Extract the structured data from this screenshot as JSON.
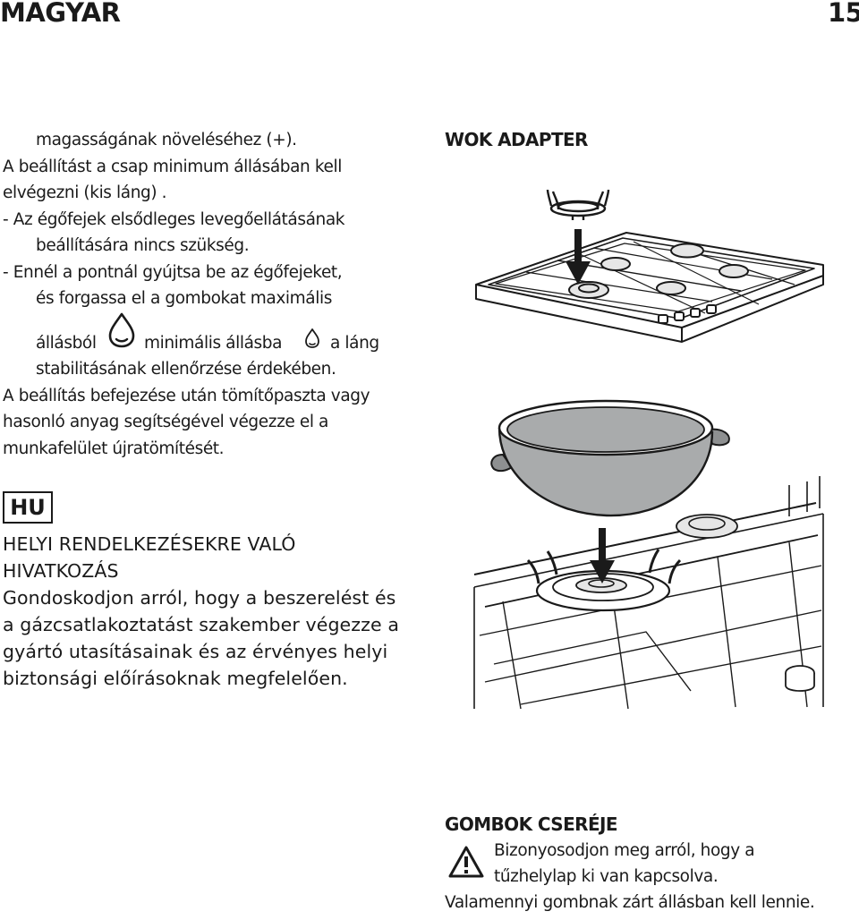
{
  "header": {
    "language": "MAGYAR",
    "page_number": "15"
  },
  "left_column": {
    "para1": [
      "magasságának növeléséhez (+).",
      "A beállítást a csap minimum állásában kell",
      "elvégezni (kis láng) .",
      "- Az égőfejek elsődleges levegőellátásának",
      "beállítására nincs szükség.",
      "- Ennél a pontnál gyújtsa be az égőfejeket,",
      "és forgassa el a gombokat maximális"
    ],
    "flame_line": {
      "part1": "állásból",
      "part2": "minimális állásba",
      "part3": "a láng"
    },
    "para2": [
      "stabilitásának ellenőrzése érdekében.",
      "A beállítás befejezése után tömítőpaszta vagy",
      "hasonló anyag segítségével végezze el a",
      "munkafelület újratömítését."
    ],
    "country_code": "HU",
    "regulation": [
      "HELYI RENDELKEZÉSEKRE VALÓ",
      "HIVATKOZÁS",
      "Gondoskodjon arról, hogy a beszerelést és",
      "a gázcsatlakoztatást szakember végezze a",
      "gyártó utasításainak és az érvényes helyi",
      "biztonsági előírásoknak megfelelően."
    ]
  },
  "right_column": {
    "wok_heading": "WOK ADAPTER",
    "knobs_heading": "GOMBOK CSERÉJE",
    "warning_lines": [
      "Bizonyosodjon meg arról, hogy a",
      "tűzhelylap ki van kapcsolva."
    ],
    "closing_line": "Valamennyi gombnak zárt állásban kell lennie."
  },
  "icons": {
    "flame_large": "flame-large-icon",
    "flame_small": "flame-small-icon",
    "warning": "warning-triangle-icon"
  },
  "colors": {
    "text": "#1a1a1a",
    "pan_fill": "#a9abac",
    "handle_fill": "#8e9091",
    "burner_fill": "#e6e6e6"
  }
}
